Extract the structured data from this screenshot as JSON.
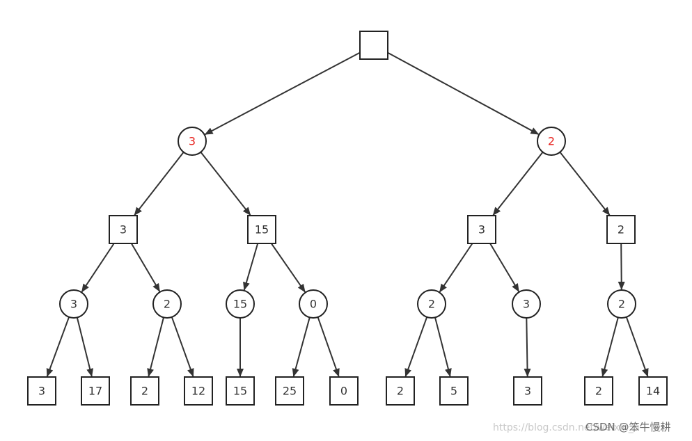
{
  "diagram": {
    "type": "game-tree",
    "colors": {
      "stroke": "#222222",
      "label": "#333333",
      "highlight": "#e8231f",
      "background": "#ffffff"
    },
    "nodes": [
      {
        "id": "root",
        "shape": "square",
        "label": ""
      },
      {
        "id": "L",
        "shape": "circle",
        "label": "3",
        "highlight": true
      },
      {
        "id": "R",
        "shape": "circle",
        "label": "2",
        "highlight": true
      },
      {
        "id": "LA",
        "shape": "square",
        "label": "3"
      },
      {
        "id": "LB",
        "shape": "square",
        "label": "15"
      },
      {
        "id": "RA",
        "shape": "square",
        "label": "3"
      },
      {
        "id": "RB",
        "shape": "square",
        "label": "2"
      },
      {
        "id": "LA1",
        "shape": "circle",
        "label": "3"
      },
      {
        "id": "LA2",
        "shape": "circle",
        "label": "2"
      },
      {
        "id": "LB1",
        "shape": "circle",
        "label": "15"
      },
      {
        "id": "LB2",
        "shape": "circle",
        "label": "0"
      },
      {
        "id": "RA1",
        "shape": "circle",
        "label": "2"
      },
      {
        "id": "RA2",
        "shape": "circle",
        "label": "3"
      },
      {
        "id": "RB1",
        "shape": "circle",
        "label": "2"
      },
      {
        "id": "l1",
        "shape": "square",
        "label": "3"
      },
      {
        "id": "l2",
        "shape": "square",
        "label": "17"
      },
      {
        "id": "l3",
        "shape": "square",
        "label": "2"
      },
      {
        "id": "l4",
        "shape": "square",
        "label": "12"
      },
      {
        "id": "l5",
        "shape": "square",
        "label": "15"
      },
      {
        "id": "l6",
        "shape": "square",
        "label": "25"
      },
      {
        "id": "l7",
        "shape": "square",
        "label": "0"
      },
      {
        "id": "l8",
        "shape": "square",
        "label": "2"
      },
      {
        "id": "l9",
        "shape": "square",
        "label": "5"
      },
      {
        "id": "l10",
        "shape": "square",
        "label": "3"
      },
      {
        "id": "l11",
        "shape": "square",
        "label": "2"
      },
      {
        "id": "l12",
        "shape": "square",
        "label": "14"
      }
    ],
    "edges": [
      [
        "root",
        "L"
      ],
      [
        "root",
        "R"
      ],
      [
        "L",
        "LA"
      ],
      [
        "L",
        "LB"
      ],
      [
        "R",
        "RA"
      ],
      [
        "R",
        "RB"
      ],
      [
        "LA",
        "LA1"
      ],
      [
        "LA",
        "LA2"
      ],
      [
        "LB",
        "LB1"
      ],
      [
        "LB",
        "LB2"
      ],
      [
        "RA",
        "RA1"
      ],
      [
        "RA",
        "RA2"
      ],
      [
        "RB",
        "RB1"
      ],
      [
        "LA1",
        "l1"
      ],
      [
        "LA1",
        "l2"
      ],
      [
        "LA2",
        "l3"
      ],
      [
        "LA2",
        "l4"
      ],
      [
        "LB1",
        "l5"
      ],
      [
        "LB2",
        "l6"
      ],
      [
        "LB2",
        "l7"
      ],
      [
        "RA1",
        "l8"
      ],
      [
        "RA1",
        "l9"
      ],
      [
        "RA2",
        "l10"
      ],
      [
        "RB1",
        "l11"
      ],
      [
        "RB1",
        "l12"
      ]
    ]
  },
  "watermark": {
    "url_text": "https://blog.csdn.net/weixin_5",
    "author_text": "CSDN @笨牛慢耕"
  }
}
